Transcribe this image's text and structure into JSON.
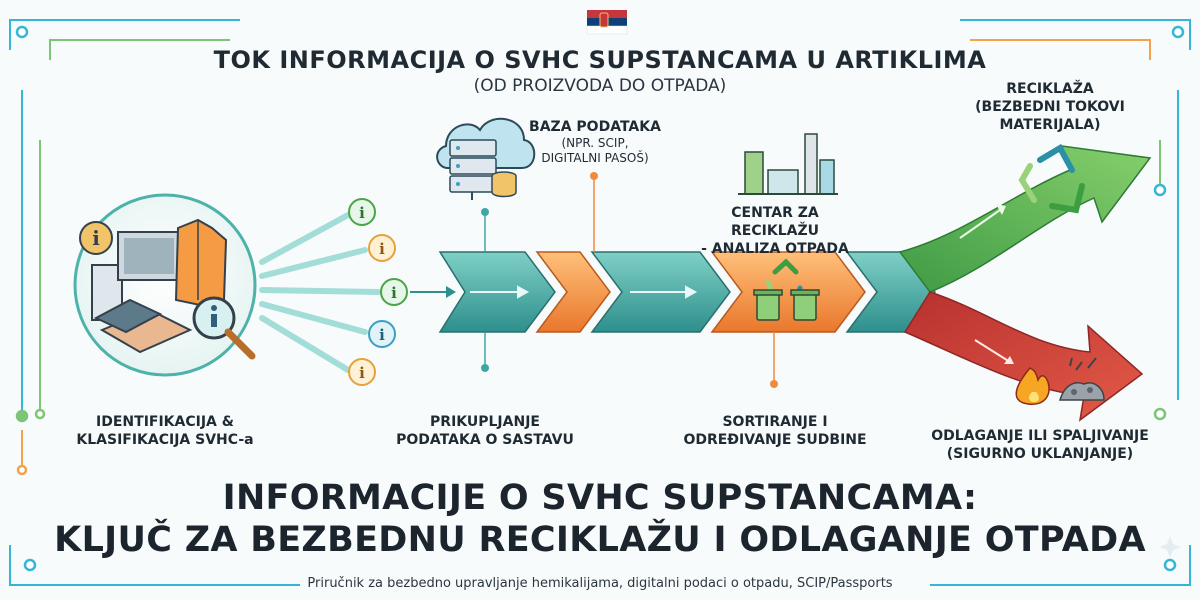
{
  "header": {
    "title": "TOK INFORMACIJA O SVHC SUPSTANCAMA U ARTIKLIMA",
    "subtitle": "(OD PROIZVODA DO OTPADA)"
  },
  "nodes": {
    "identification": {
      "line1": "IDENTIFIKACIJA &",
      "line2": "KLASIFIKACIJA SVHC-a"
    },
    "database": {
      "title": "BAZA PODATAKA",
      "note1": "(NPR. SCIP,",
      "note2": "DIGITALNI PASOŠ)"
    },
    "collection": {
      "line1": "PRIKUPLJANJE",
      "line2": "PODATAKA O SASTAVU"
    },
    "recycling_center": {
      "line1": "CENTAR ZA RECIKLAŽU",
      "line2": "- ANALIZA OTPADA"
    },
    "sorting": {
      "line1": "SORTIRANJE I",
      "line2": "ODREĐIVANJE SUDBINE"
    },
    "recycling": {
      "line1": "RECIKLAŽA",
      "line2": "(BEZBEDNI TOKOVI",
      "line3": "MATERIJALA)"
    },
    "disposal": {
      "line1": "ODLAGANJE ILI SPALJIVANJE",
      "line2": "(SIGURNO UKLANJANJE)"
    }
  },
  "headline": {
    "line1": "INFORMACIJE O SVHC SUPSTANCAMA:",
    "line2": "KLJUČ ZA BEZBEDNU RECIKLAŽU I ODLAGANJE OTPADA"
  },
  "footer": "Priručnik za bezbedno upravljanje hemikalijama, digitalni podaci o otpadu, SCIP/Passports",
  "info_glyph": "i",
  "colors": {
    "teal": "#3fa7a3",
    "orange": "#f08a3c",
    "green": "#4aa548",
    "red": "#d1463f",
    "dark": "#1f2a33",
    "frame_cyan": "#35b6d6",
    "frame_green": "#7cc576"
  },
  "icons": [
    "serbian-flag-icon",
    "info-icon",
    "jacket-icon",
    "computer-icon",
    "magnifier-icon",
    "cloud-server-icon",
    "factory-icon",
    "recycle-icon",
    "trash-bin-icon",
    "fire-icon",
    "debris-icon"
  ]
}
